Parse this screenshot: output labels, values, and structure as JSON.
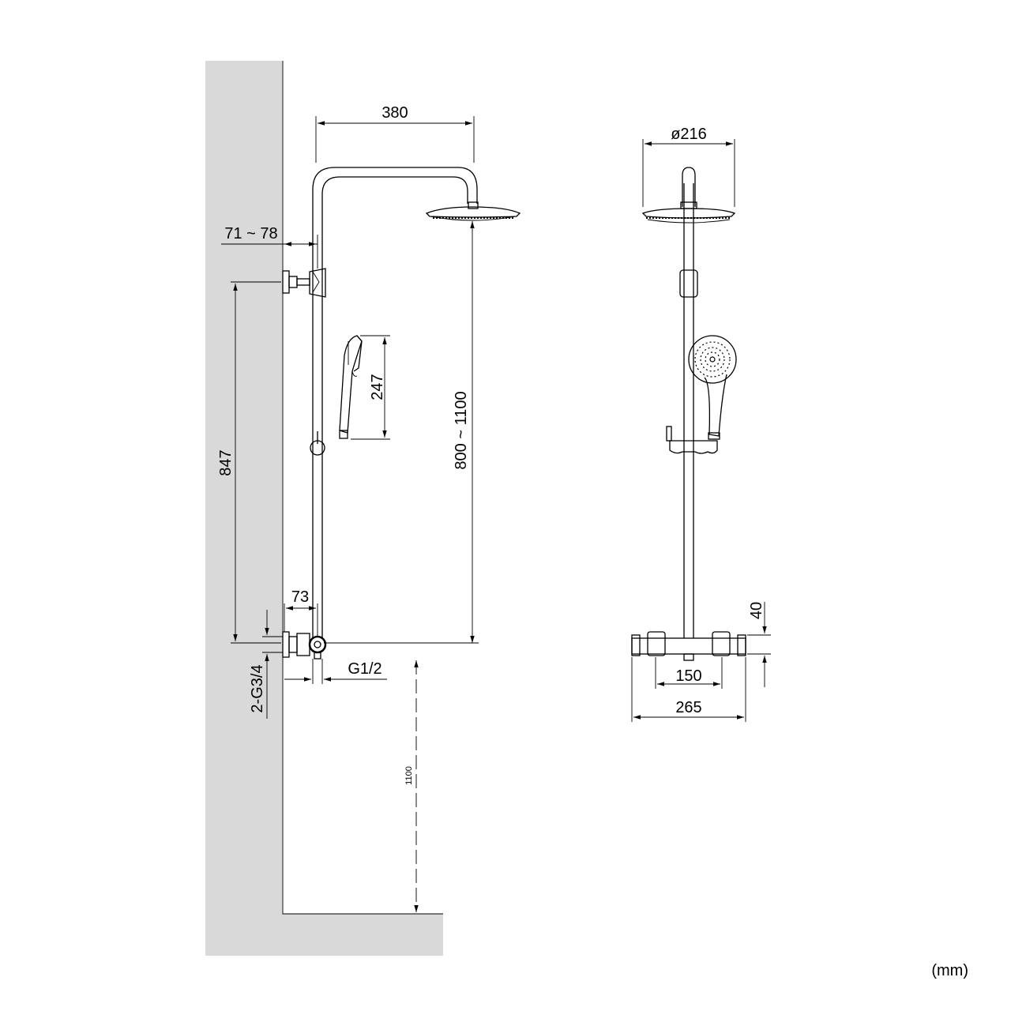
{
  "side_view": {
    "arm_reach": "380",
    "wall_offset": "71 ~ 78",
    "hand_shower_length": "247",
    "shower_head_height": "800 ~ 1100",
    "bracket_spacing": "847",
    "valve_offset": "73",
    "outlet_thread": "G1/2",
    "inlet_thread": "2-G3/4",
    "valve_height": "1100"
  },
  "front_view": {
    "head_diameter": "ø216",
    "valve_depth": "40",
    "inlet_spacing": "150",
    "valve_width": "265"
  },
  "unit": "(mm)"
}
